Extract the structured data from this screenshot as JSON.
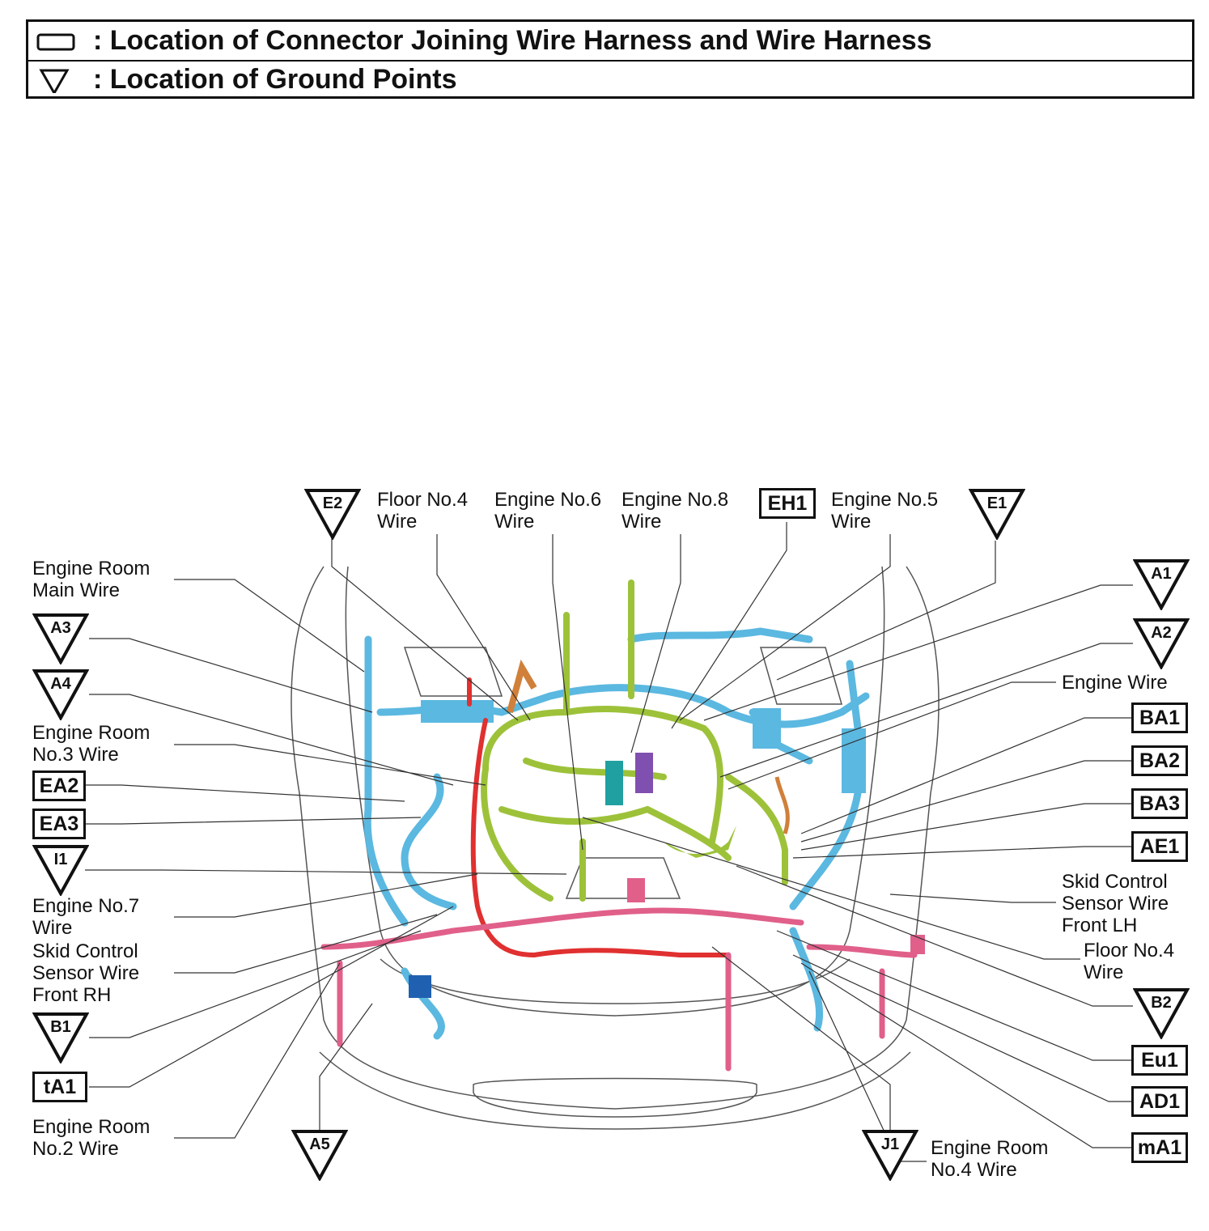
{
  "legend": {
    "connector_text": ": Location of Connector Joining Wire Harness and Wire Harness",
    "ground_text": ": Location of Ground Points"
  },
  "wire_labels": {
    "engine_room_main": "Engine Room\nMain Wire",
    "floor_no4_top": "Floor No.4\nWire",
    "engine_no6": "Engine No.6\nWire",
    "engine_no8": "Engine No.8\nWire",
    "engine_no5": "Engine No.5\nWire",
    "engine_room_no3": "Engine Room\nNo.3 Wire",
    "engine_wire": "Engine Wire",
    "engine_no7": "Engine No.7\nWire",
    "skid_rh": "Skid Control\nSensor Wire\nFront RH",
    "skid_lh": "Skid Control\nSensor Wire\nFront LH",
    "floor_no4_right": "Floor No.4\nWire",
    "engine_room_no2": "Engine Room\nNo.2 Wire",
    "engine_room_no4": "Engine Room\nNo.4 Wire"
  },
  "connectors": {
    "EH1": "EH1",
    "EA2": "EA2",
    "EA3": "EA3",
    "tA1": "tA1",
    "BA1": "BA1",
    "BA2": "BA2",
    "BA3": "BA3",
    "AE1": "AE1",
    "Eu1": "Eu1",
    "AD1": "AD1",
    "mA1": "mA1"
  },
  "grounds": {
    "E2": "E2",
    "E1": "E1",
    "A1": "A1",
    "A2": "A2",
    "A3": "A3",
    "A4": "A4",
    "I1": "I1",
    "B1": "B1",
    "B2": "B2",
    "A5": "A5",
    "J1": "J1"
  },
  "colors": {
    "blue_harness": "#5bb8e0",
    "green_harness": "#9dc23a",
    "red_harness": "#e03030",
    "pink_harness": "#e0608a",
    "orange_harness": "#d0803a",
    "purple_harness": "#8050b0",
    "teal_harness": "#20a0a0",
    "outline": "#555555"
  }
}
